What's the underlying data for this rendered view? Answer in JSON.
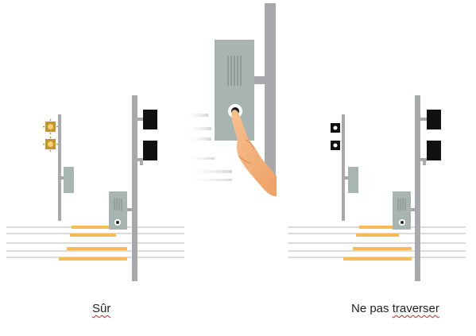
{
  "captions": {
    "safe": "Sûr",
    "dont_word_1": "Ne pas",
    "dont_word_2": "traverser"
  },
  "colors": {
    "pole": "#a7a9ac",
    "signal_box": "#a7b5b3",
    "button_box": "#a8b4b2",
    "signal_off": "#111111",
    "amber": "#c8952a",
    "crosswalk_stripe": "#f5bb55",
    "hand": "#f3b27c"
  },
  "panels": [
    {
      "name": "safe",
      "signal_state": "amber-lit"
    },
    {
      "name": "zoom",
      "content": "finger pressing push button"
    },
    {
      "name": "dont-cross",
      "signal_state": "dark"
    }
  ]
}
